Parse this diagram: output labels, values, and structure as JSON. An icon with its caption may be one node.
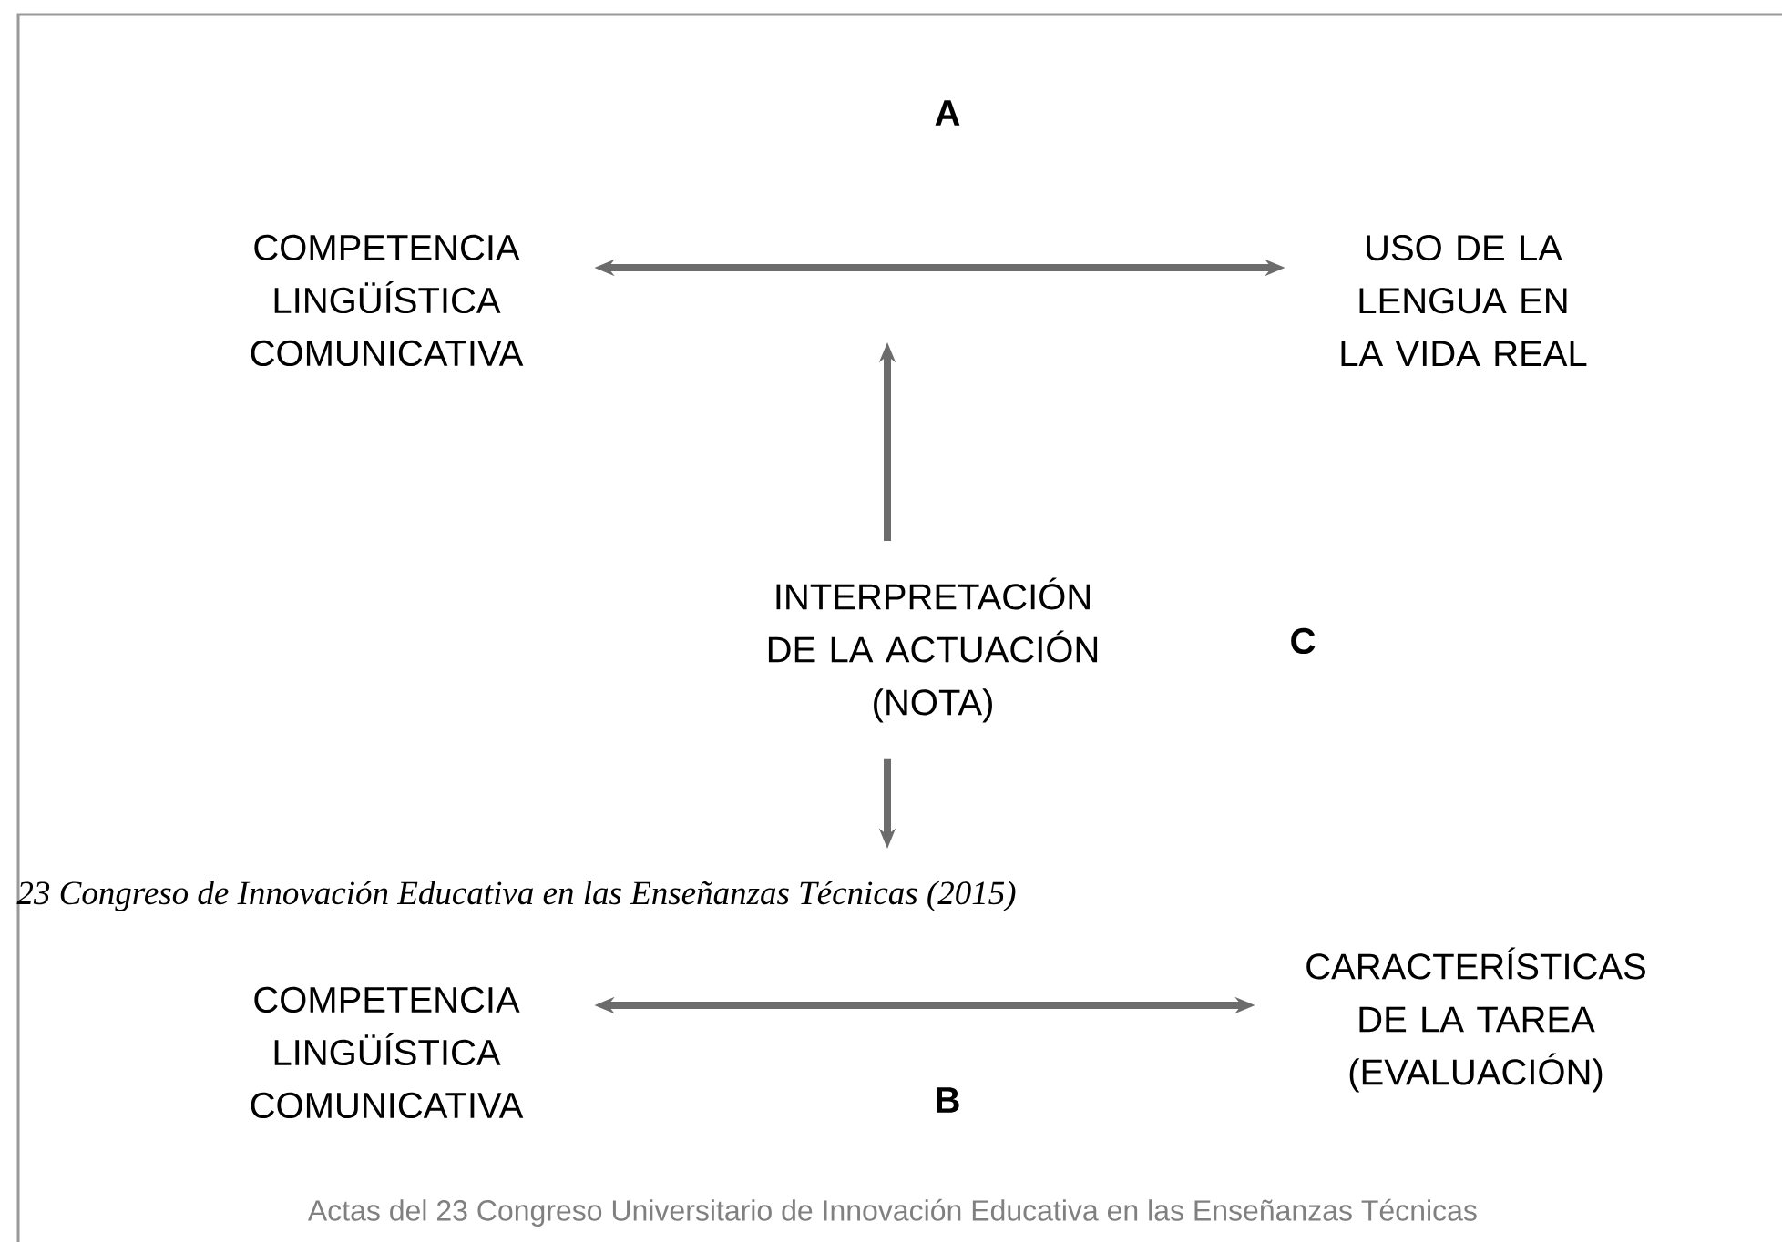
{
  "diagram": {
    "nodes": [
      {
        "text": [
          "COMPETENCIA LINGÜÍSTICA COMUNICATIVA"
        ]
      },
      {
        "text": [
          "USO DE LA LENGUA EN LA VIDA REAL"
        ]
      },
      {
        "text": [
          "INTERPRETACIÓN DE LA ACTUACIÓN (NOTA)"
        ]
      },
      {
        "text": [
          "COMPETENCIA LINGÜÍSTICA COMUNICATIVA"
        ]
      },
      {
        "text": [
          "CARACTERÍSTICAS DE LA TAREA (EVALUACIÓN)"
        ]
      }
    ],
    "edges": [
      {
        "from": 0,
        "to": 1,
        "arrow": "both"
      },
      {
        "from": 2,
        "to": null,
        "arrow": "to"
      },
      {
        "from": 2,
        "to": null,
        "arrow": "to"
      },
      {
        "from": 3,
        "to": 4,
        "arrow": "both"
      }
    ],
    "labels": [
      "A",
      "C",
      "23 Congreso de Innovación Educativa en las Enseñanzas Técnicas (2015)",
      "B",
      "Actas del 23 Congreso Universitario de Innovación Educativa en las Enseñanzas Técnicas"
    ]
  }
}
